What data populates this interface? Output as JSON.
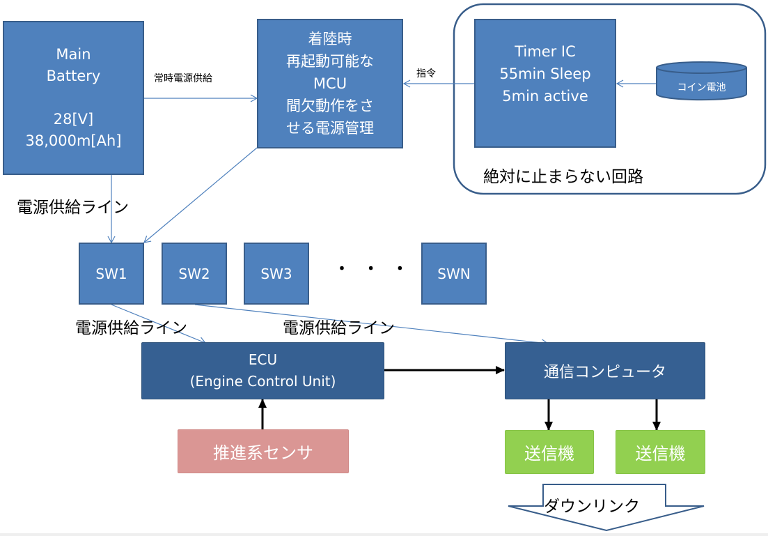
{
  "main_battery": {
    "lines": [
      "Main",
      "Battery",
      "",
      "28[V]",
      "38,000m[Ah]"
    ]
  },
  "mcu": {
    "lines": [
      "着陸時",
      "再起動可能な",
      "MCU",
      "間欠動作をさ",
      "せる電源管理"
    ]
  },
  "timer_ic": {
    "lines": [
      "Timer IC",
      "55min Sleep",
      "5min active"
    ]
  },
  "coin_battery": {
    "label": "コイン電池"
  },
  "always_on_group": {
    "label": "絶対に止まらない回路"
  },
  "edge_labels": {
    "constant_power": "常時電源供給",
    "command": "指令",
    "power_line_main": "電源供給ライン",
    "power_line_sw1": "電源供給ライン",
    "power_line_sw2": "電源供給ライン"
  },
  "switches": [
    {
      "label": "SW1"
    },
    {
      "label": "SW2"
    },
    {
      "label": "SW3"
    },
    {
      "label": "SWN"
    }
  ],
  "ellipsis": "・ ・ ・",
  "ecu": {
    "lines": [
      "ECU",
      "(Engine Control Unit)"
    ]
  },
  "comm_computer": {
    "label": "通信コンピュータ"
  },
  "propulsion_sensor": {
    "label": "推進系センサ"
  },
  "transmitters": [
    {
      "label": "送信機"
    },
    {
      "label": "送信機"
    }
  ],
  "downlink": {
    "label": "ダウンリンク"
  },
  "colors": {
    "box_blue": "#4f81bd",
    "box_border": "#385d8a",
    "box_dark": "#366092",
    "sensor_pink": "#da9694",
    "transmitter_green": "#92d050",
    "connector": "#4f81bd"
  }
}
